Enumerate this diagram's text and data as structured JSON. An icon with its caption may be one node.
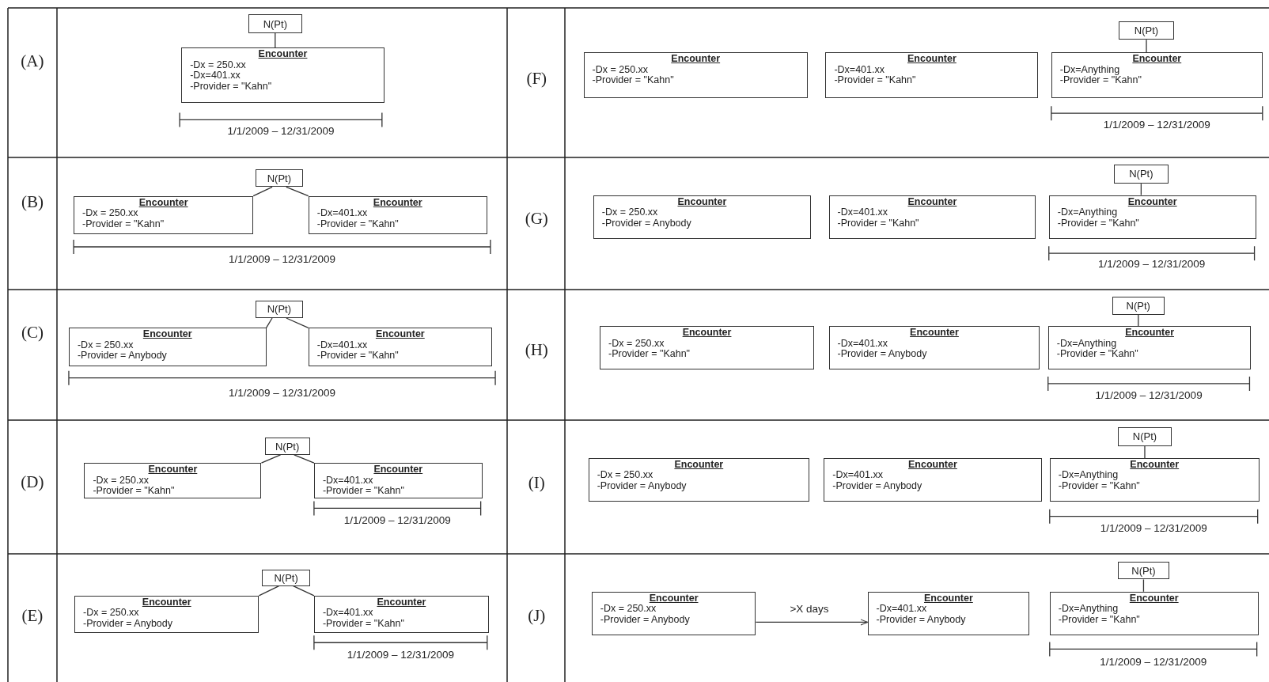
{
  "diagram": {
    "nodes": [
      {
        "text": [
          "N(Pt)"
        ]
      },
      {
        "text": [
          "Encounter",
          "-Dx = 250.xx",
          "-Dx=401.xx",
          "-Provider = \"Kahn\""
        ]
      },
      {
        "text": [
          "N(Pt)"
        ]
      },
      {
        "text": [
          "Encounter",
          "-Dx = 250.xx",
          "-Provider = \"Kahn\""
        ]
      },
      {
        "text": [
          "Encounter",
          "-Dx=401.xx",
          "-Provider = \"Kahn\""
        ]
      },
      {
        "text": [
          "N(Pt)"
        ]
      },
      {
        "text": [
          "Encounter",
          "-Dx = 250.xx",
          "-Provider = Anybody"
        ]
      },
      {
        "text": [
          "Encounter",
          "-Dx=401.xx",
          "-Provider = \"Kahn\""
        ]
      },
      {
        "text": [
          "N(Pt)"
        ]
      },
      {
        "text": [
          "Encounter",
          "-Dx = 250.xx",
          "-Provider = \"Kahn\""
        ]
      },
      {
        "text": [
          "Encounter",
          "-Dx=401.xx",
          "-Provider = \"Kahn\""
        ]
      },
      {
        "text": [
          "N(Pt)"
        ]
      },
      {
        "text": [
          "Encounter",
          "-Dx = 250.xx",
          "-Provider = Anybody"
        ]
      },
      {
        "text": [
          "Encounter",
          "-Dx=401.xx",
          "-Provider = \"Kahn\""
        ]
      },
      {
        "text": [
          "Encounter",
          "-Dx = 250.xx",
          "-Provider = \"Kahn\""
        ]
      },
      {
        "text": [
          "Encounter",
          "-Dx=401.xx",
          "-Provider = \"Kahn\""
        ]
      },
      {
        "text": [
          "N(Pt)"
        ]
      },
      {
        "text": [
          "Encounter",
          "-Dx=Anything",
          "-Provider = \"Kahn\""
        ]
      },
      {
        "text": [
          "Encounter",
          "-Dx = 250.xx",
          "-Provider = Anybody"
        ]
      },
      {
        "text": [
          "Encounter",
          "-Dx=401.xx",
          "-Provider = \"Kahn\""
        ]
      },
      {
        "text": [
          "N(Pt)"
        ]
      },
      {
        "text": [
          "Encounter",
          "-Dx=Anything",
          "-Provider = \"Kahn\""
        ]
      },
      {
        "text": [
          "Encounter",
          "-Dx = 250.xx",
          "-Provider = \"Kahn\""
        ]
      },
      {
        "text": [
          "Encounter",
          "-Dx=401.xx",
          "-Provider = Anybody"
        ]
      },
      {
        "text": [
          "N(Pt)"
        ]
      },
      {
        "text": [
          "Encounter",
          "-Dx=Anything",
          "-Provider = \"Kahn\""
        ]
      },
      {
        "text": [
          "Encounter",
          "-Dx = 250.xx",
          "-Provider = Anybody"
        ]
      },
      {
        "text": [
          "Encounter",
          "-Dx=401.xx",
          "-Provider = Anybody"
        ]
      },
      {
        "text": [
          "N(Pt)"
        ]
      },
      {
        "text": [
          "Encounter",
          "-Dx=Anything",
          "-Provider = \"Kahn\""
        ]
      },
      {
        "text": [
          "Encounter",
          "-Dx = 250.xx",
          "-Provider = Anybody"
        ]
      },
      {
        "text": [
          "Encounter",
          "-Dx=401.xx",
          "-Provider = Anybody"
        ]
      },
      {
        "text": [
          "N(Pt)"
        ]
      },
      {
        "text": [
          "Encounter",
          "-Dx=Anything",
          "-Provider = \"Kahn\""
        ]
      }
    ],
    "edges": [
      {
        "from": 0,
        "to": 1,
        "arrow": "none"
      },
      {
        "from": 2,
        "to": 3,
        "arrow": "none"
      },
      {
        "from": 2,
        "to": 4,
        "arrow": "none"
      },
      {
        "from": 5,
        "to": 6,
        "arrow": "none"
      },
      {
        "from": 5,
        "to": 7,
        "arrow": "none"
      },
      {
        "from": 8,
        "to": 9,
        "arrow": "none"
      },
      {
        "from": 8,
        "to": 10,
        "arrow": "none"
      },
      {
        "from": 11,
        "to": 12,
        "arrow": "none"
      },
      {
        "from": 11,
        "to": 13,
        "arrow": "none"
      },
      {
        "from": 16,
        "to": 17,
        "arrow": "none"
      },
      {
        "from": 20,
        "to": 21,
        "arrow": "none"
      },
      {
        "from": 24,
        "to": 25,
        "arrow": "none"
      },
      {
        "from": 28,
        "to": 29,
        "arrow": "none"
      },
      {
        "from": 30,
        "to": 31,
        "arrow": "to",
        "label": ">X days"
      },
      {
        "from": 32,
        "to": 33,
        "arrow": "none"
      }
    ],
    "labels": [
      "(A)",
      "1/1/2009 – 12/31/2009",
      "(B)",
      "1/1/2009 – 12/31/2009",
      "(C)",
      "1/1/2009 – 12/31/2009",
      "(D)",
      "1/1/2009 – 12/31/2009",
      "(E)",
      "1/1/2009 – 12/31/2009",
      "(F)",
      "1/1/2009 – 12/31/2009",
      "(G)",
      "1/1/2009 – 12/31/2009",
      "(H)",
      "1/1/2009 – 12/31/2009",
      "(I)",
      "1/1/2009 – 12/31/2009",
      "(J)",
      "1/1/2009 – 12/31/2009"
    ]
  }
}
